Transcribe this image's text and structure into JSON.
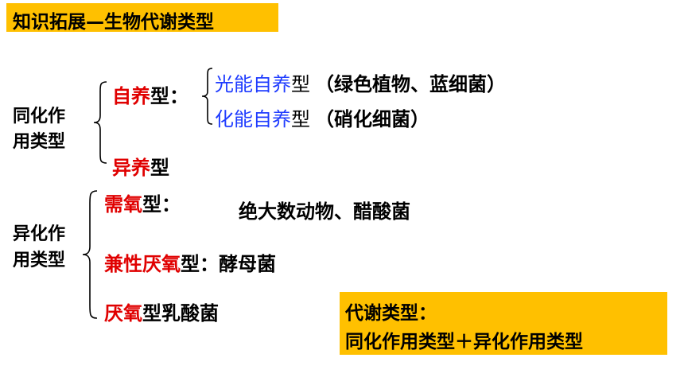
{
  "header": {
    "title": "知识拓展—生物代谢类型"
  },
  "assimilation": {
    "label_line1": "同化作",
    "label_line2": "用类型",
    "autotroph": {
      "red": "自养",
      "rest": "型："
    },
    "photo": {
      "colored": "光能自养",
      "type": "型",
      "examples": "（绿色植物、蓝细菌）"
    },
    "chemo": {
      "colored": "化能自养",
      "type": "型",
      "examples": "（硝化细菌）"
    },
    "heterotroph": {
      "red": "异养",
      "rest": "型"
    }
  },
  "dissimilation": {
    "label_line1": "异化作",
    "label_line2": "用类型",
    "aerobic": {
      "red": "需氧",
      "rest": "型：",
      "examples": "绝大数动物、醋酸菌"
    },
    "facultative": {
      "red": "兼性厌氧",
      "rest": "型：",
      "examples": "酵母菌"
    },
    "anaerobic": {
      "red": "厌氧",
      "rest": "型",
      "examples": "乳酸菌"
    }
  },
  "summary": {
    "line1": "代谢类型：",
    "line2": "同化作用类型＋异化作用类型"
  }
}
